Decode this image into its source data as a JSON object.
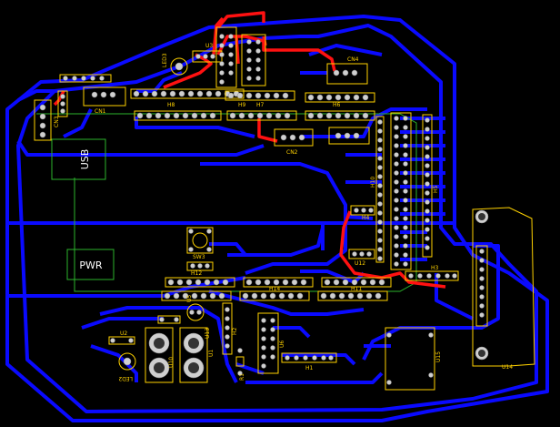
{
  "board": {
    "background": "#000000",
    "bottom_trace_color": "#0a0aff",
    "top_trace_color": "#ff1111",
    "silkscreen_color": "#ffd200",
    "outline_color": "#2cb52c"
  },
  "labels": {
    "usb": "USB",
    "pwr": "PWR",
    "led3": "LED3",
    "led2": "LED2",
    "u3": "U3",
    "cn4": "CN4",
    "cn3": "CN3",
    "cn2": "CN2",
    "cn1": "CN1",
    "h8": "H8",
    "h9": "H9",
    "h7": "H7",
    "h6": "H6",
    "h10": "H10",
    "h5": "H5",
    "h4": "H4",
    "h3": "H3",
    "h2": "H2",
    "h1": "H1",
    "h14": "H14",
    "h11": "H11",
    "h12": "H12",
    "u12": "U12",
    "u13": "U13",
    "u14": "U14",
    "u15": "U15",
    "u1": "U1",
    "u2": "U2",
    "u5": "U5",
    "u6": "U6",
    "u10": "U10",
    "sw3": "SW3",
    "r1": "R1"
  }
}
